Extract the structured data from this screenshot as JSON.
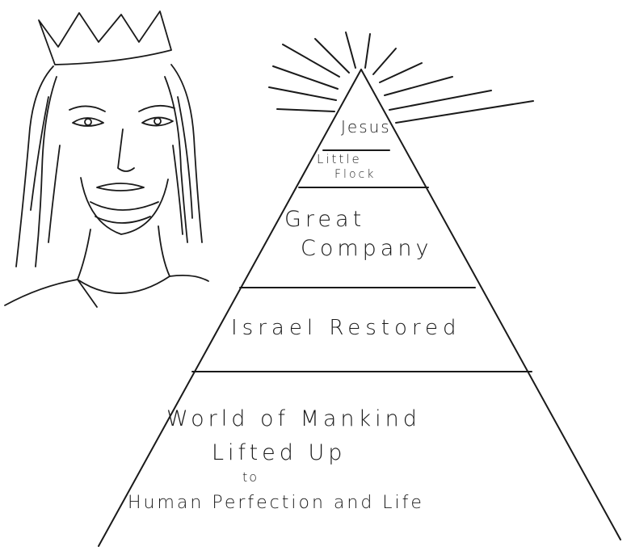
{
  "pyramid": {
    "tiers": [
      {
        "id": "jesus",
        "lines": [
          "Jesus"
        ]
      },
      {
        "id": "little-flock",
        "lines": [
          "Little",
          "Flock"
        ]
      },
      {
        "id": "great-company",
        "lines": [
          "Great",
          "Company"
        ]
      },
      {
        "id": "israel-restored",
        "lines": [
          "Israel Restored"
        ]
      },
      {
        "id": "world",
        "lines": [
          "World of Mankind",
          "Lifted Up",
          "to",
          "Human Perfection and Life"
        ]
      }
    ]
  },
  "ink_color": "#1a1a1a"
}
